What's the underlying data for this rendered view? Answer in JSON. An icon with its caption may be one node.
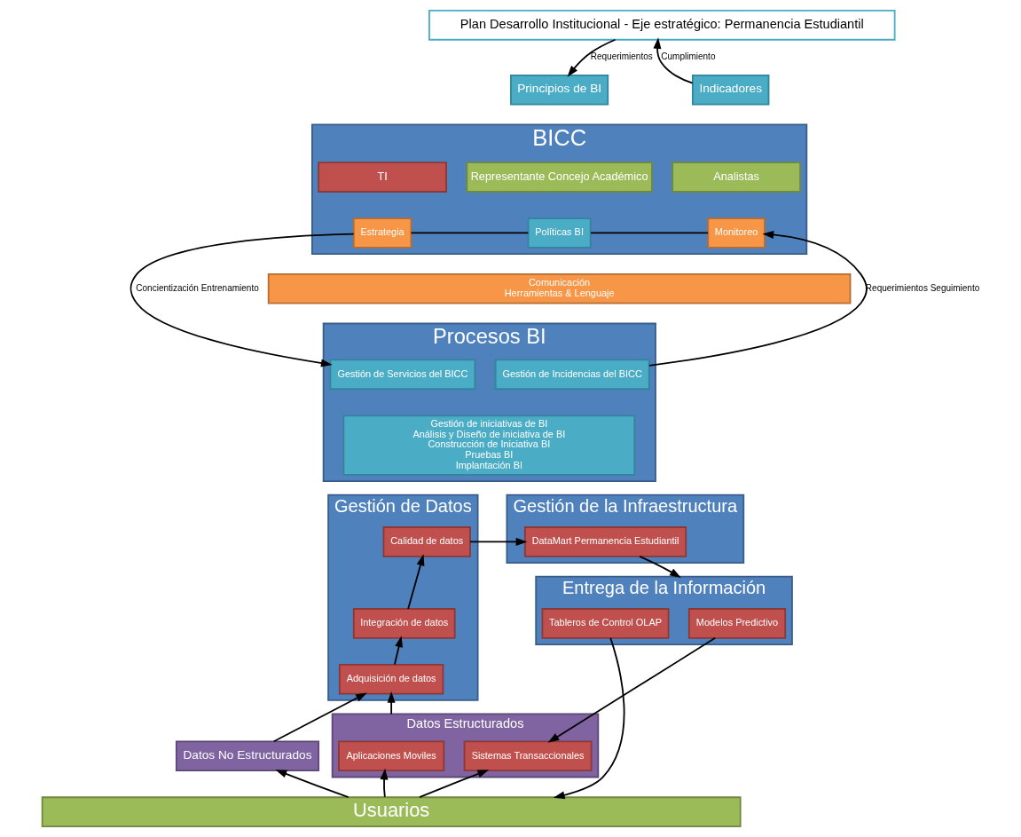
{
  "diagram": {
    "nodes": [
      {
        "text": [
          "Plan Desarrollo Institucional - Eje estratégico: Permanencia Estudiantil"
        ]
      },
      {
        "text": [
          "Principios de BI"
        ]
      },
      {
        "text": [
          "Indicadores"
        ]
      },
      {
        "text": [
          "BICC"
        ]
      },
      {
        "text": [
          "Representante Concejo Académico"
        ],
        "in": 3
      },
      {
        "text": [
          "TI"
        ],
        "in": 3
      },
      {
        "text": [
          "Analistas"
        ],
        "in": 3
      },
      {
        "text": [
          "Estrategia"
        ],
        "in": 3
      },
      {
        "text": [
          "Políticas BI"
        ],
        "in": 3
      },
      {
        "text": [
          "Monitoreo"
        ],
        "in": 3
      },
      {
        "text": [
          "Comunicación",
          "Herramientas & Lenguaje"
        ]
      },
      {
        "text": [
          "Procesos BI"
        ]
      },
      {
        "text": [
          "Gestión de Servicios del BICC"
        ],
        "in": 11
      },
      {
        "text": [
          "Gestión de Incidencias del BICC"
        ],
        "in": 11
      },
      {
        "text": [
          "Gestión de iniciativas de BI",
          "Análisis y Diseño de iniciativa de BI",
          "Construcción de Iniciativa BI",
          "Pruebas BI",
          "Implantación BI"
        ],
        "in": 11
      },
      {
        "text": [
          "Gestión de Datos"
        ]
      },
      {
        "text": [
          "Calidad de datos"
        ],
        "in": 15
      },
      {
        "text": [
          "Integración de datos"
        ],
        "in": 15
      },
      {
        "text": [
          "Adquisición de datos"
        ],
        "in": 15
      },
      {
        "text": [
          "Gestión de la Infraestructura"
        ]
      },
      {
        "text": [
          "DataMart Permanencia Estudiantil"
        ],
        "in": 19
      },
      {
        "text": [
          "Entrega de la Información"
        ]
      },
      {
        "text": [
          "Modelos Predictivo"
        ],
        "in": 21
      },
      {
        "text": [
          "Tableros de Control OLAP"
        ],
        "in": 21
      },
      {
        "text": [
          "Datos No Estructurados"
        ]
      },
      {
        "text": [
          "Datos Estructurados"
        ]
      },
      {
        "text": [
          "Aplicaciones Moviles"
        ],
        "in": 25
      },
      {
        "text": [
          "Sistemas Transaccionales"
        ],
        "in": 25
      },
      {
        "text": [
          "Usuarios"
        ]
      }
    ],
    "edges": [
      {
        "from": 0,
        "to": 1,
        "arrow": "to",
        "label": "Requerimientos"
      },
      {
        "from": 2,
        "to": 0,
        "arrow": "to",
        "label": "Cumplimiento"
      },
      {
        "from": 7,
        "to": 8,
        "arrow": "none"
      },
      {
        "from": 8,
        "to": 9,
        "arrow": "none"
      },
      {
        "from": 7,
        "to": 12,
        "arrow": "to",
        "label": "Concientización Entrenamiento"
      },
      {
        "from": 13,
        "to": 9,
        "arrow": "to",
        "label": "Requerimientos Seguimiento"
      },
      {
        "from": 16,
        "to": 20,
        "arrow": "to"
      },
      {
        "from": 17,
        "to": 16,
        "arrow": "to"
      },
      {
        "from": 18,
        "to": 17,
        "arrow": "to"
      },
      {
        "from": 25,
        "to": 18,
        "arrow": "to"
      },
      {
        "from": 24,
        "to": 18,
        "arrow": "to"
      },
      {
        "from": 20,
        "to": 21,
        "arrow": "to"
      },
      {
        "from": 22,
        "to": 27,
        "arrow": "to"
      },
      {
        "from": 23,
        "to": 28,
        "arrow": "to"
      },
      {
        "from": 28,
        "to": 24,
        "arrow": "to"
      },
      {
        "from": 28,
        "to": 26,
        "arrow": "to"
      },
      {
        "from": 28,
        "to": 27,
        "arrow": "to"
      }
    ]
  }
}
